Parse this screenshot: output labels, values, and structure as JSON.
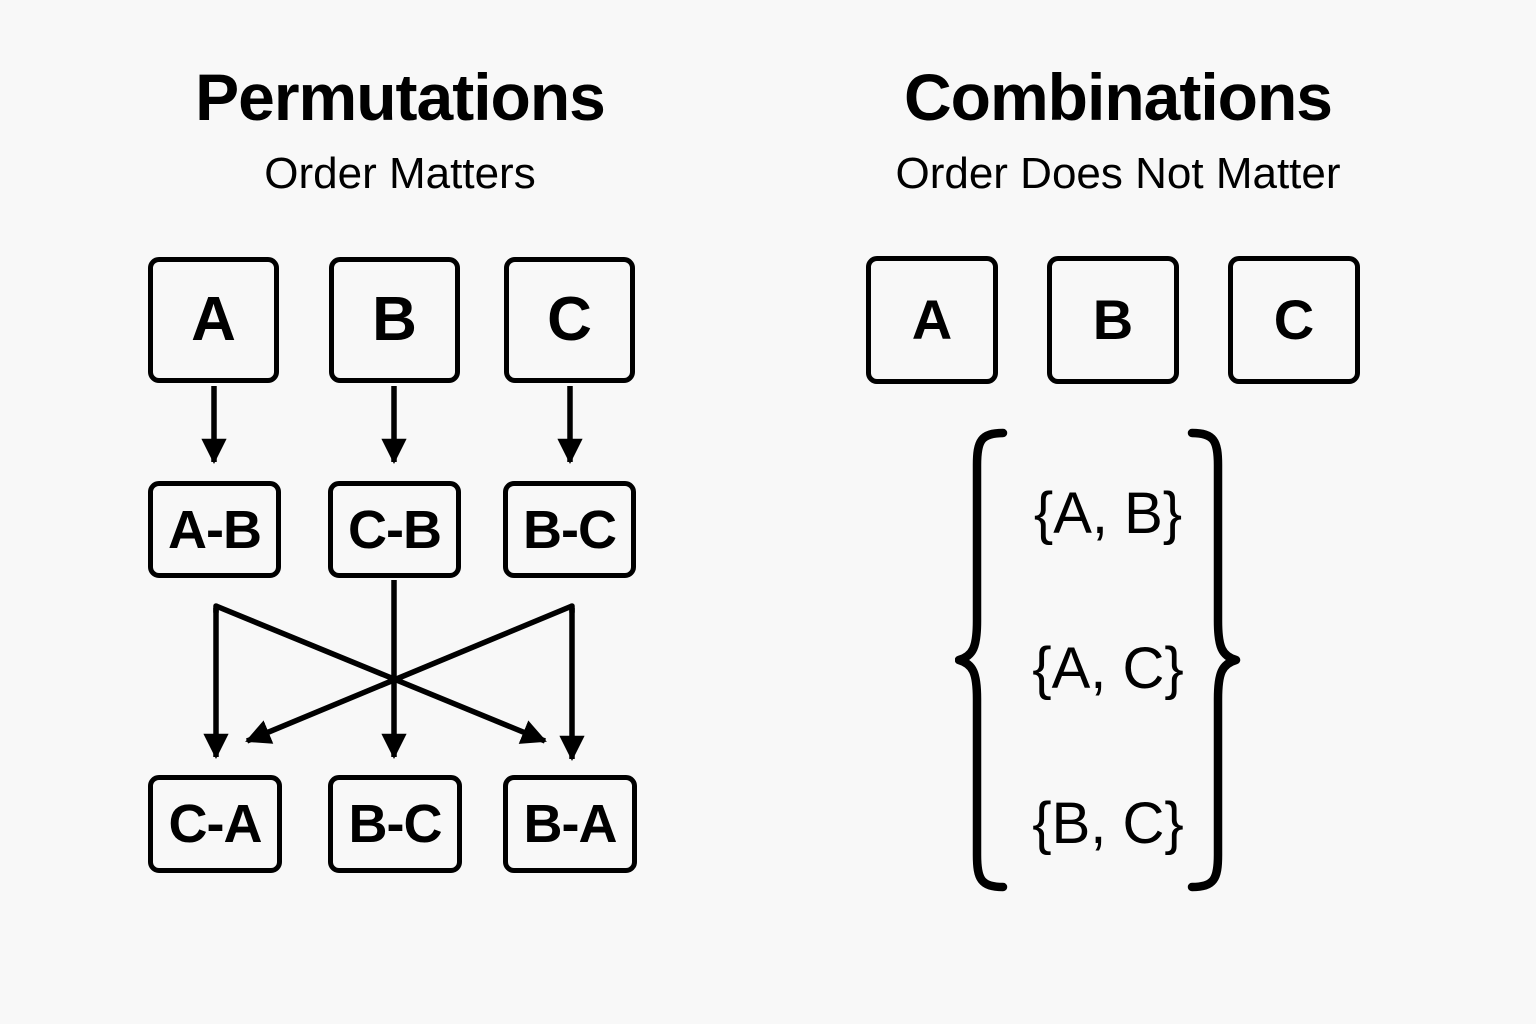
{
  "background_color": "#f8f8f8",
  "ink_color": "#000000",
  "left_panel": {
    "title": "Permutations",
    "subtitle": "Order Matters",
    "row_source": {
      "label": "source-items",
      "items": [
        {
          "text": "A"
        },
        {
          "text": "B"
        },
        {
          "text": "C"
        }
      ]
    },
    "row_middle": {
      "label": "first-arrangements",
      "items": [
        {
          "text": "A-B"
        },
        {
          "text": "C-B"
        },
        {
          "text": "B-C"
        }
      ]
    },
    "row_bottom": {
      "label": "second-arrangements",
      "items": [
        {
          "text": "C-A"
        },
        {
          "text": "B-C"
        },
        {
          "text": "B-A"
        }
      ]
    }
  },
  "right_panel": {
    "title": "Combinations",
    "subtitle": "Order Does Not Matter",
    "row_source": {
      "label": "source-items",
      "items": [
        {
          "text": "A"
        },
        {
          "text": "B"
        },
        {
          "text": "C"
        }
      ]
    },
    "set_list": {
      "label": "combination-set",
      "open_brace": "{",
      "close_brace": "}",
      "items": [
        {
          "text": "{A, B}"
        },
        {
          "text": "{A, C}"
        },
        {
          "text": "{B, C}"
        }
      ]
    }
  },
  "diagram": {
    "type": "flow",
    "arrow_count": 7,
    "arrows": [
      {
        "name": "a-to-ab",
        "from": "A",
        "to": "A-B",
        "style": "straight-down"
      },
      {
        "name": "b-to-cb",
        "from": "B",
        "to": "C-B",
        "style": "straight-down"
      },
      {
        "name": "c-to-bc",
        "from": "C",
        "to": "B-C",
        "style": "straight-down"
      },
      {
        "name": "left-to-ca",
        "from": "A-B",
        "to": "C-A",
        "style": "straight-down"
      },
      {
        "name": "middle-to-bc",
        "from": "C-B",
        "to": "B-C",
        "style": "straight-down"
      },
      {
        "name": "right-to-ba",
        "from": "B-C",
        "to": "B-A",
        "style": "straight-down"
      },
      {
        "name": "cross-left-right",
        "from": "A-B",
        "to": "B-A",
        "style": "diagonal"
      },
      {
        "name": "cross-right-left",
        "from": "B-C",
        "to": "C-A",
        "style": "diagonal"
      }
    ]
  }
}
